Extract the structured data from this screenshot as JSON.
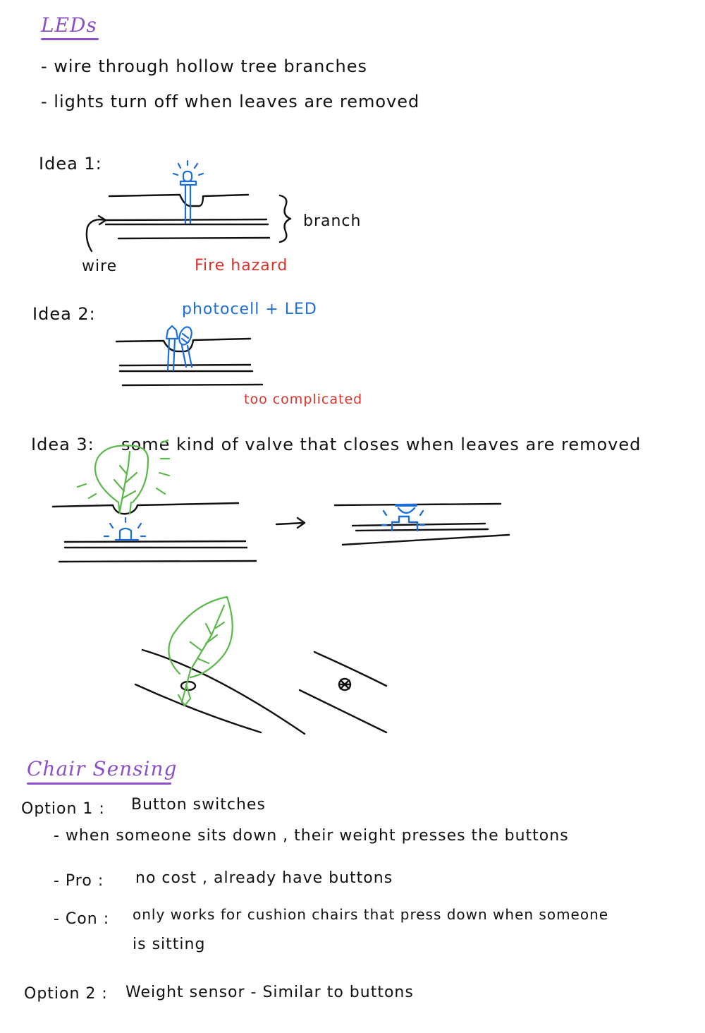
{
  "leds": {
    "heading": "LEDs",
    "bullets": [
      "- wire through hollow tree branches",
      "- lights turn off when leaves are removed"
    ],
    "idea1": {
      "label": "Idea 1:",
      "branch_label": "branch",
      "wire_label": "wire",
      "note": "Fire hazard"
    },
    "idea2": {
      "label": "Idea 2:",
      "component_label": "photocell + LED",
      "note": "too complicated"
    },
    "idea3": {
      "label": "Idea 3:",
      "text": "some kind of valve that closes when leaves are removed"
    }
  },
  "chair": {
    "heading": "Chair Sensing",
    "option1": {
      "label": "Option 1 :",
      "title": "Button switches",
      "detail": "- when someone sits down , their weight presses the buttons",
      "pro_label": "- Pro :",
      "pro_text": "no cost , already have buttons",
      "con_label": "- Con :",
      "con_text_line1": "only works for cushion chairs that press down when someone",
      "con_text_line2": "is sitting"
    },
    "option2": {
      "label": "Option 2 :",
      "title": "Weight sensor - Similar to buttons"
    }
  },
  "colors": {
    "heading": "#8b4fc9",
    "ink": "#111111",
    "note_red": "#d8322a",
    "component_blue": "#1c6fd8",
    "leaf_green": "#5bb84a"
  }
}
